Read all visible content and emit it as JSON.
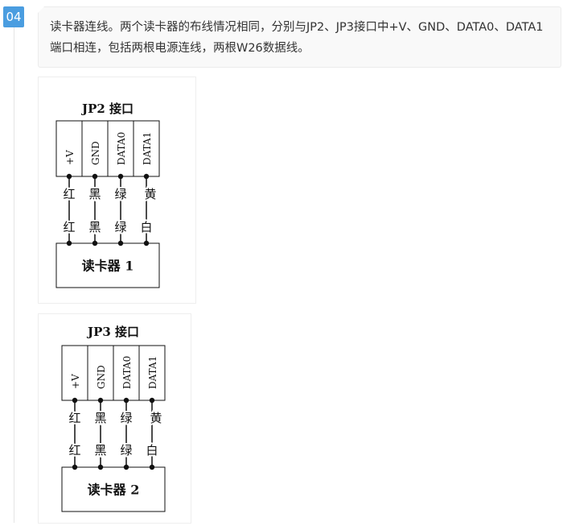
{
  "step_badge": "04",
  "description": "读卡器连线。两个读卡器的布线情况相同，分别与JP2、JP3接口中+V、GND、DATA0、DATA1端口相连，包括两根电源连线，两根W26数据线。",
  "diagrams": [
    {
      "title": "JP2 接口",
      "pins": [
        "+V",
        "GND",
        "DATA0",
        "DATA1"
      ],
      "wire_colors_top": [
        "红",
        "黑",
        "绿",
        "黄"
      ],
      "wire_colors_bottom": [
        "红",
        "黑",
        "绿",
        "白"
      ],
      "reader_label": "读卡器 1"
    },
    {
      "title": "JP3 接口",
      "pins": [
        "+V",
        "GND",
        "DATA0",
        "DATA1"
      ],
      "wire_colors_top": [
        "红",
        "黑",
        "绿",
        "黄"
      ],
      "wire_colors_bottom": [
        "红",
        "黑",
        "绿",
        "白"
      ],
      "reader_label": "读卡器 2"
    }
  ]
}
